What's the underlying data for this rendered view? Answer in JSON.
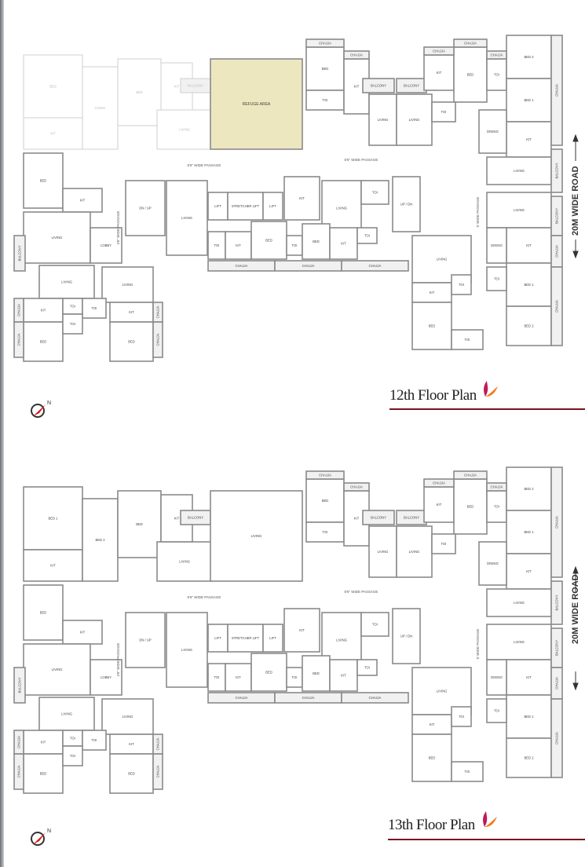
{
  "colors": {
    "wall": "#8a8a8a",
    "refuge": "#ede7bf",
    "title_rule": "#7a1420",
    "logo_red": "#c2185b",
    "logo_orange": "#f07c1e"
  },
  "road_label": "20M WIDE ROAD",
  "north_label": "N",
  "floors": [
    {
      "title": "12th Floor Plan",
      "passages": [
        "6'6\" WIDE PASSAGE",
        "6'6\" WIDE PASSAGE",
        "4'6\" WIDE PASSAGE",
        "5' WIDE PASSAGE"
      ],
      "rooms": [
        "BED",
        "KIT",
        "LIVING",
        "BED",
        "KIT",
        "LIVING",
        "BALCONY",
        "REFUGE AREA",
        "BED",
        "TOI",
        "KIT",
        "BALCONY",
        "LIVING",
        "BALCONY",
        "LIVING",
        "KIT",
        "BED",
        "TOI",
        "TOI",
        "BED 2",
        "BED 1",
        "KIT",
        "DINING",
        "LIVING",
        "LIVING",
        "KIT",
        "DINING",
        "BED 1",
        "BED 2",
        "TOI",
        "LIVING",
        "KIT",
        "TOI",
        "BED",
        "TOI",
        "DN / UP",
        "LIVING",
        "LIFT",
        "STRETCHER LIFT",
        "LIFT",
        "KIT",
        "LIVING",
        "TOI",
        "UP / DN",
        "TOI",
        "KIT",
        "BED",
        "TOI",
        "BED",
        "KIT",
        "TOI",
        "CHAJJA",
        "CHAJJA",
        "CHAJJA",
        "BED",
        "KIT",
        "LIVING",
        "LOBBY",
        "BALCONY",
        "LIVING",
        "LIVING",
        "KIT",
        "BED",
        "TOI",
        "TOI",
        "KIT",
        "BED",
        "TOI",
        "CHAJJA",
        "CHAJJA",
        "CHAJJA",
        "CHAJJA",
        "CHAJJA",
        "BALCONY",
        "BALCONY",
        "CHAJJA",
        "CHAJJA",
        "CHAJJA",
        "CHAJJA",
        "CHAJJA",
        "CHAJJA",
        "CHAJJA"
      ]
    },
    {
      "title": "13th Floor Plan",
      "passages": [
        "6'6\" WIDE PASSAGE",
        "6'6\" WIDE PASSAGE",
        "4'6\" WIDE PASSAGE",
        "5' WIDE PASSAGE"
      ],
      "rooms": [
        "BED 1",
        "KIT",
        "BED 2",
        "BED",
        "KIT",
        "LIVING",
        "BALCONY",
        "LIVING",
        "BED",
        "TOI",
        "KIT",
        "BALCONY",
        "LIVING",
        "BALCONY",
        "LIVING",
        "KIT",
        "BED",
        "TOI",
        "TOI",
        "BED 2",
        "BED 1",
        "KIT",
        "DINING",
        "LIVING",
        "LIVING",
        "KIT",
        "DINING",
        "BED 1",
        "BED 2",
        "TOI",
        "LIVING",
        "KIT",
        "TOI",
        "BED",
        "TOI",
        "DN / UP",
        "LIVING",
        "LIFT",
        "STRETCHER LIFT",
        "LIFT",
        "KIT",
        "LIVING",
        "TOI",
        "UP / DN",
        "TOI",
        "KIT",
        "BED",
        "TOI",
        "BED",
        "KIT",
        "TOI",
        "CHAJJA",
        "CHAJJA",
        "CHAJJA",
        "BED",
        "KIT",
        "LIVING",
        "LOBBY",
        "BALCONY",
        "LIVING",
        "LIVING",
        "KIT",
        "BED",
        "TOI",
        "TOI",
        "KIT",
        "BED",
        "TOI",
        "CHAJJA",
        "CHAJJA",
        "CHAJJA",
        "CHAJJA",
        "CHAJJA",
        "BALCONY",
        "BALCONY",
        "CHAJJA",
        "CHAJJA",
        "CHAJJA",
        "CHAJJA",
        "CHAJJA",
        "CHAJJA",
        "CHAJJA"
      ]
    }
  ]
}
